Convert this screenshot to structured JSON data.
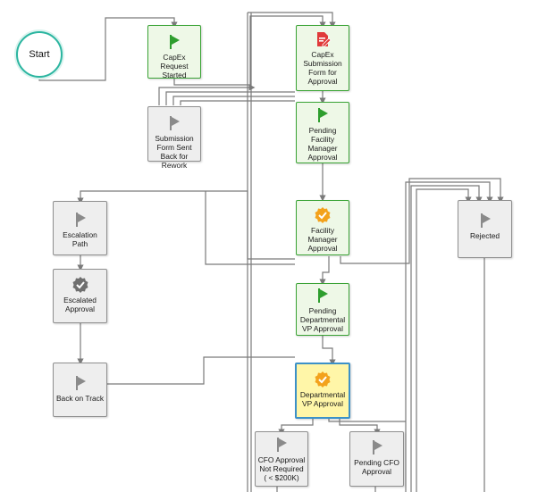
{
  "diagram": {
    "start_label": "Start",
    "nodes": {
      "capex_request_started": "CapEx Request Started",
      "submission_form_sent_back": "Submission Form Sent Back for Rework",
      "capex_submission_form": "CapEx Submission Form for Approval",
      "pending_facility_manager": "Pending Facility Manager Approval",
      "facility_manager_approval": "Facility Manager Approval",
      "escalation_path": "Escalation Path",
      "escalated_approval": "Escalated Approval",
      "back_on_track": "Back on Track",
      "pending_departmental_vp": "Pending Departmental VP Approval",
      "departmental_vp_approval": "Departmental VP Approval",
      "rejected": "Rejected",
      "cfo_not_required": "CFO Approval Not Required ( < $200K)",
      "pending_cfo": "Pending CFO Approval"
    },
    "colors": {
      "green_flag": "#2e9e2e",
      "gray_flag": "#8a8a8a",
      "red_doc": "#e03a3a",
      "orange_badge": "#f3a21c",
      "gray_badge": "#6f6f6f",
      "connector": "#7a7a7a",
      "start_ring": "#2bb5a0",
      "highlight_fill": "#fff6a8",
      "highlight_border": "#3c91c8"
    },
    "icons": {
      "flag": "flag-icon",
      "document": "document-edit-icon",
      "badge": "check-badge-icon"
    }
  }
}
